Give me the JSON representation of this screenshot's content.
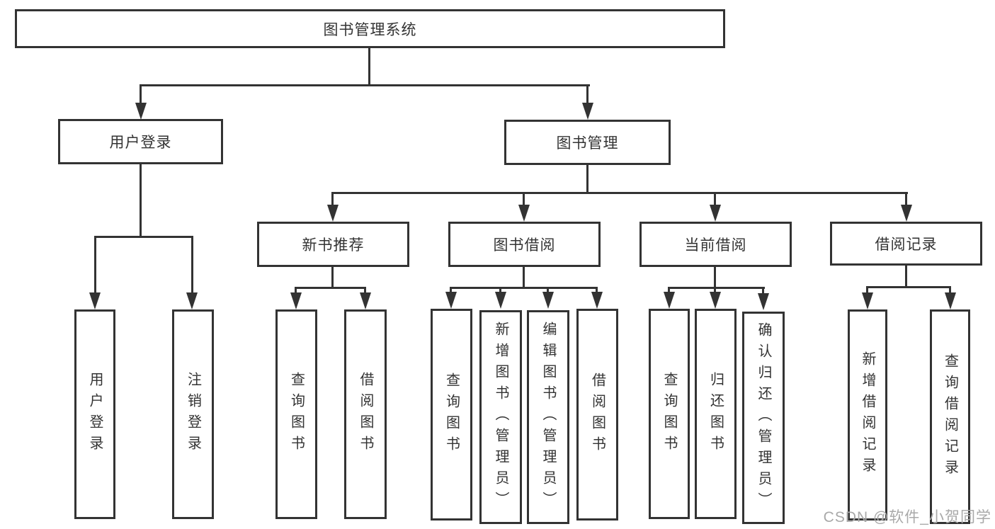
{
  "diagram": {
    "title": "图书管理系统",
    "type": "hierarchy-tree",
    "line_color": "#333333",
    "box_border_color": "#333333",
    "background_color": "#ffffff",
    "nodes": {
      "root": {
        "label": "图书管理系统"
      },
      "login": {
        "label": "用户登录"
      },
      "manage": {
        "label": "图书管理"
      },
      "recommend": {
        "label": "新书推荐"
      },
      "borrow": {
        "label": "图书借阅"
      },
      "current": {
        "label": "当前借阅"
      },
      "records": {
        "label": "借阅记录"
      },
      "login_user": {
        "label": "用户登录"
      },
      "login_logout": {
        "label": "注销登录"
      },
      "rec_query": {
        "label": "查询图书"
      },
      "rec_borrow": {
        "label": "借阅图书"
      },
      "bor_query": {
        "label": "查询图书"
      },
      "bor_add": {
        "label": "新增图书（管理员）"
      },
      "bor_edit": {
        "label": "编辑图书（管理员）"
      },
      "bor_borrow": {
        "label": "借阅图书"
      },
      "cur_query": {
        "label": "查询图书"
      },
      "cur_return": {
        "label": "归还图书"
      },
      "cur_confirm": {
        "label": "确认归还（管理员）"
      },
      "rcd_add": {
        "label": "新增借阅记录"
      },
      "rcd_query": {
        "label": "查询借阅记录"
      }
    },
    "hierarchy": {
      "图书管理系统": [
        "用户登录",
        "图书管理"
      ],
      "用户登录": [
        "用户登录",
        "注销登录"
      ],
      "图书管理": [
        "新书推荐",
        "图书借阅",
        "当前借阅",
        "借阅记录"
      ],
      "新书推荐": [
        "查询图书",
        "借阅图书"
      ],
      "图书借阅": [
        "查询图书",
        "新增图书（管理员）",
        "编辑图书（管理员）",
        "借阅图书"
      ],
      "当前借阅": [
        "查询图书",
        "归还图书",
        "确认归还（管理员）"
      ],
      "借阅记录": [
        "新增借阅记录",
        "查询借阅记录"
      ]
    }
  },
  "watermark": {
    "text": "CSDN @软件_小贺同学",
    "color": "#a9a9a9"
  }
}
